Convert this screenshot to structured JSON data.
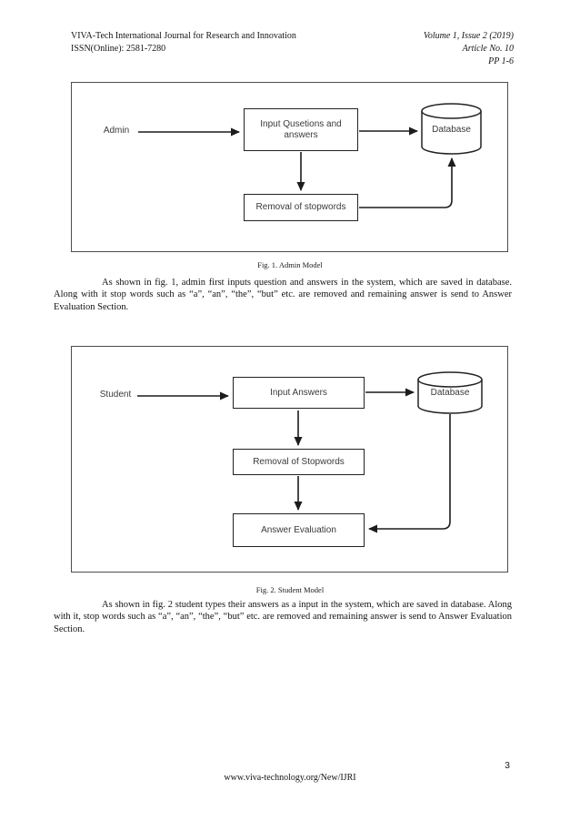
{
  "header": {
    "journal_name": "VIVA-Tech International Journal for Research and Innovation",
    "issn": "ISSN(Online): 2581-7280",
    "volume": "Volume 1, Issue 2 (2019)",
    "article_no": "Article No. 10",
    "pages": "PP 1-6"
  },
  "figure1": {
    "caption": "Fig. 1. Admin Model",
    "actor": "Admin",
    "nodes": {
      "input": "Input Qusetions and answers",
      "database": "Database",
      "removal": "Removal of stopwords"
    }
  },
  "paragraph1": "As shown in fig. 1, admin first inputs question and answers in the system, which are saved in database. Along with it stop words such as “a”, “an”, “the”, “but” etc. are removed and remaining answer is send to Answer Evaluation Section.",
  "figure2": {
    "caption": "Fig. 2. Student Model",
    "actor": "Student",
    "nodes": {
      "input": "Input Answers",
      "database": "Database",
      "removal": "Removal of Stopwords",
      "evaluation": "Answer Evaluation"
    }
  },
  "paragraph2": "As shown in fig. 2 student types their answers as a input in the system, which are saved in database. Along with it, stop words such as “a”, “an”, “the”, “but” etc. are removed and remaining answer is send to Answer Evaluation Section.",
  "footer": {
    "page_number": "3",
    "url": "www.viva-technology.org/New/IJRI"
  },
  "colors": {
    "diagram_stroke": "#1c1c1c",
    "text": "#131313"
  }
}
